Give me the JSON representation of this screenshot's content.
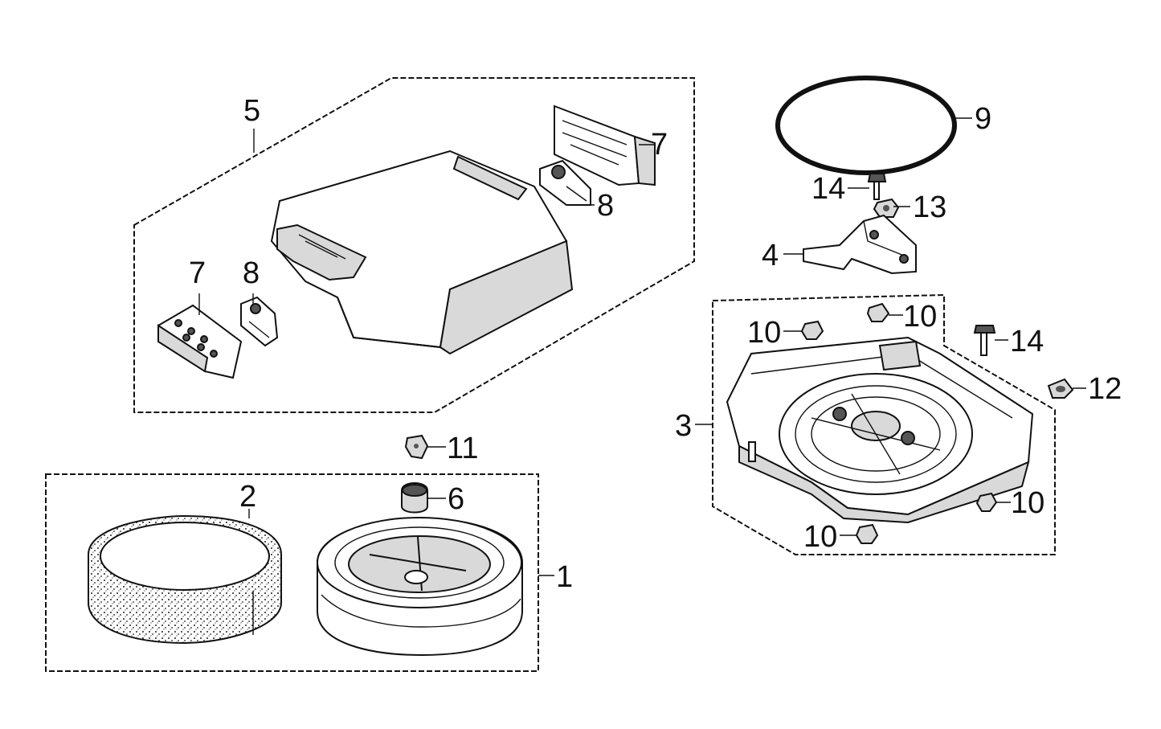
{
  "callouts": {
    "c1": "1",
    "c2": "2",
    "c3": "3",
    "c4": "4",
    "c5": "5",
    "c6": "6",
    "c7a": "7",
    "c7b": "7",
    "c8a": "8",
    "c8b": "8",
    "c9": "9",
    "c10a": "10",
    "c10b": "10",
    "c10c": "10",
    "c10d": "10",
    "c11": "11",
    "c12": "12",
    "c13": "13",
    "c14a": "14",
    "c14b": "14"
  },
  "colors": {
    "line": "#111111",
    "background": "#ffffff",
    "shade": "#d9d9d9"
  }
}
